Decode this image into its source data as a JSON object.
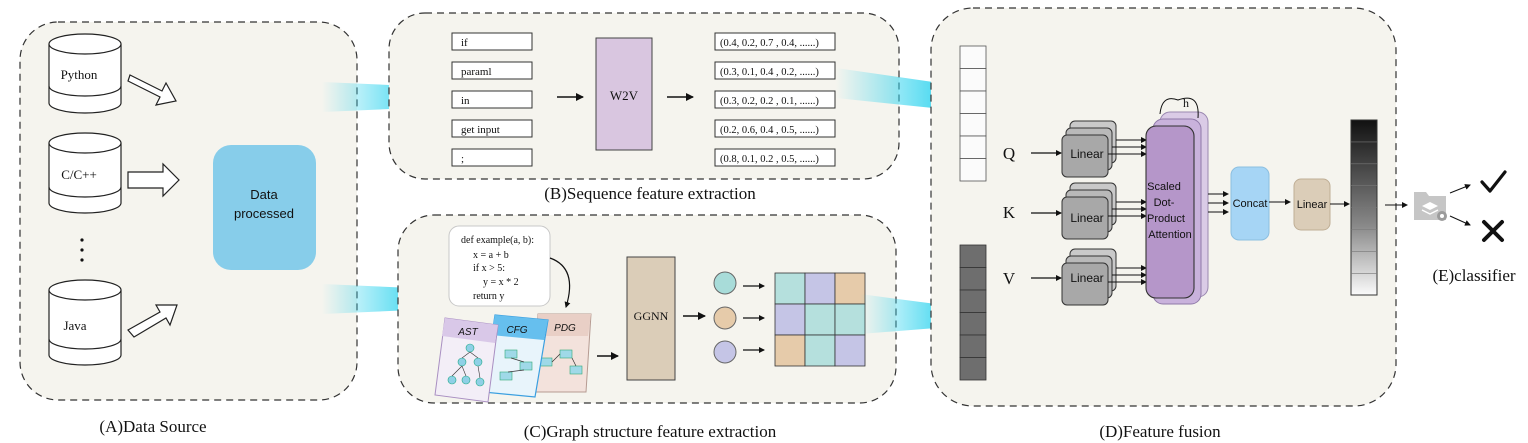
{
  "panels": {
    "a_caption": "(A)Data  Source",
    "b_caption": "(B)Sequence feature extraction",
    "c_caption": "(C)Graph structure feature extraction",
    "d_caption": "(D)Feature fusion",
    "e_caption": "(E)classifier"
  },
  "sources": {
    "python": "Python",
    "cpp": "C/C++",
    "java": "Java",
    "ellipsis": "·\n·\n·"
  },
  "processing": {
    "label_line1": "Data",
    "label_line2": "processed"
  },
  "sequence": {
    "tokens": [
      "if",
      "paraml",
      "in",
      "get input",
      ";"
    ],
    "model": "W2V",
    "vectors": [
      "(0.4, 0.2, 0.7 , 0.4, ......)",
      "(0.3, 0.1, 0.4 , 0.2, ......)",
      "(0.3, 0.2, 0.2 , 0.1, ......)",
      "(0.2, 0.6, 0.4 , 0.5, ......)",
      "(0.8, 0.1, 0.2 , 0.5, ......)"
    ]
  },
  "graph": {
    "code_lines": [
      "def example(a, b):",
      "x = a + b",
      "if x > 5:",
      "y = x * 2",
      "return y"
    ],
    "graph_types": [
      "AST",
      "CFG",
      "PDG"
    ],
    "model": "GGNN",
    "node_colors": [
      "#a8dcd9",
      "#e6cbaa",
      "#c5c5e6"
    ],
    "matrix_colors": [
      [
        "#b5e0dd",
        "#c5c5e6",
        "#e6cbaa"
      ],
      [
        "#c5c5e6",
        "#b5e0dd",
        "#b5e0dd"
      ],
      [
        "#e6cbaa",
        "#b5e0dd",
        "#c5c5e6"
      ]
    ]
  },
  "fusion": {
    "inputs": [
      "Q",
      "K",
      "V"
    ],
    "linear_label": "Linear",
    "attention_lines": [
      "Scaled",
      "Dot-",
      "Product",
      "Attention"
    ],
    "heads_label": "h",
    "concat_label": "Concat",
    "linear_out_label": "Linear"
  },
  "classifier": {
    "accept_icon": "check-icon",
    "reject_icon": "cross-icon"
  },
  "colors": {
    "panel_bg": "#f5f4ee",
    "data_processed": "#87cdea",
    "w2v": "#d9c6e0",
    "ggnn": "#dbcdb8",
    "attention": "#b596c9",
    "concat": "#a6d5f5",
    "linear_out": "#dbcdb8",
    "arrow_cyan": "#2fd3ee"
  }
}
